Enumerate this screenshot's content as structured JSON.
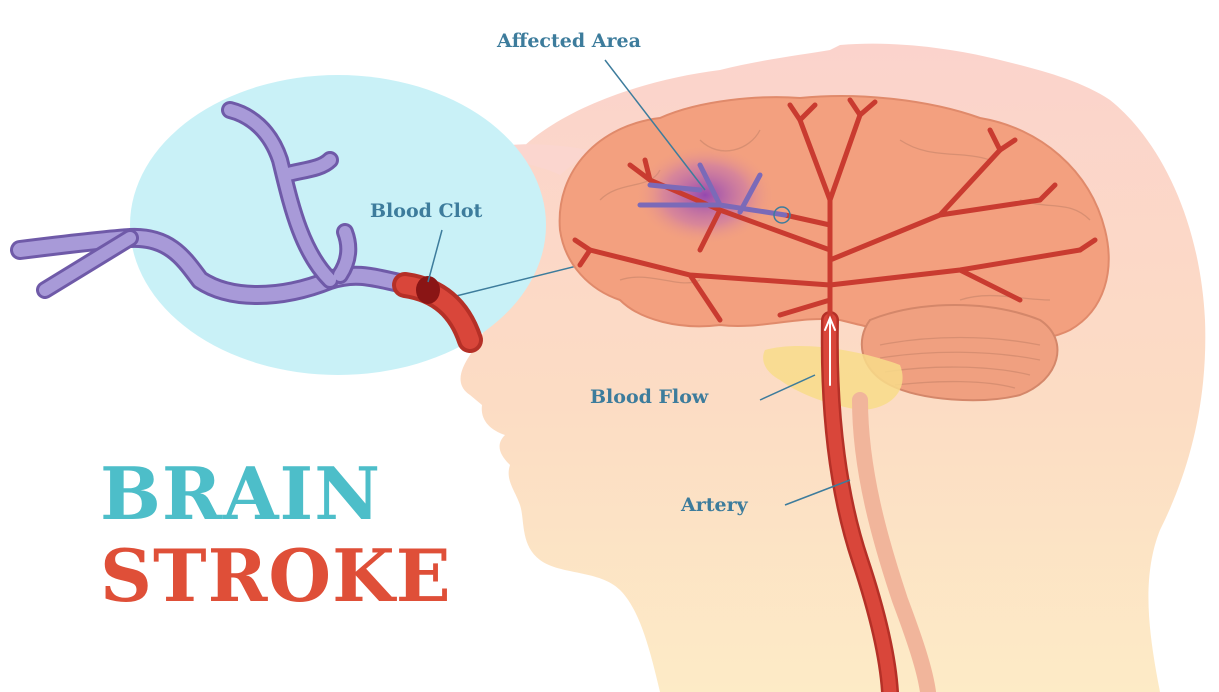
{
  "title": {
    "line1": "BRAIN",
    "line2": "STROKE"
  },
  "labels": {
    "affected_area": "Affected Area",
    "blood_clot": "Blood Clot",
    "blood_flow": "Blood Flow",
    "artery": "Artery"
  },
  "colors": {
    "title_teal": "#4dbec9",
    "title_red": "#df4f38",
    "label": "#3d7c9c",
    "artery": "#d9463a",
    "blocked_vessel": "#9b8fd0",
    "brain": "#f3a07f",
    "zoom_circle": "#c9f1f7"
  }
}
